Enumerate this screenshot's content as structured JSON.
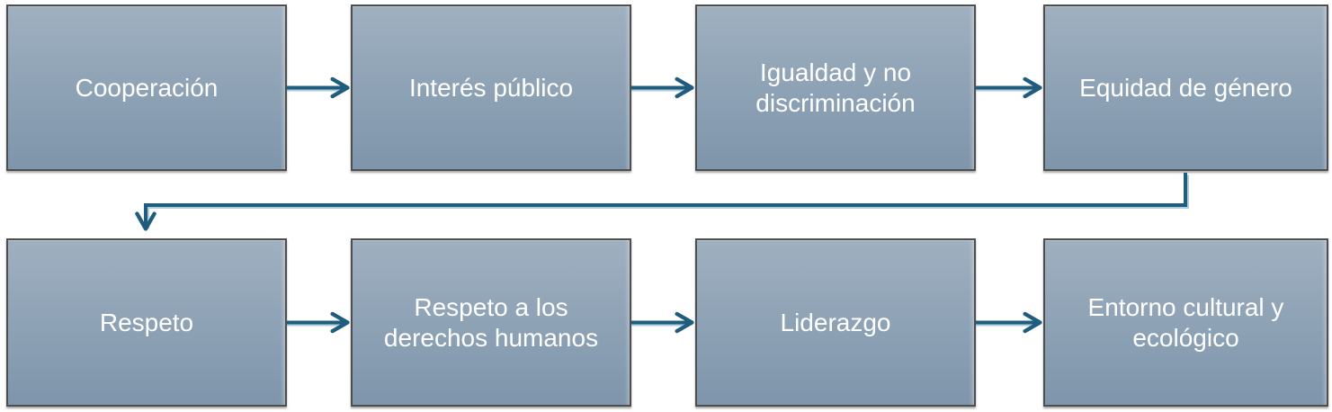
{
  "diagram": {
    "type": "flowchart",
    "rows": 2,
    "columns": 4,
    "nodes": [
      {
        "id": "cooperacion",
        "label": "Cooperación",
        "row": 1,
        "col": 1
      },
      {
        "id": "interes-publico",
        "label": "Interés público",
        "row": 1,
        "col": 2
      },
      {
        "id": "igualdad-no-discriminacion",
        "label": "Igualdad y no discriminación",
        "row": 1,
        "col": 3
      },
      {
        "id": "equidad-genero",
        "label": "Equidad de género",
        "row": 1,
        "col": 4
      },
      {
        "id": "respeto",
        "label": "Respeto",
        "row": 2,
        "col": 1
      },
      {
        "id": "respeto-derechos-humanos",
        "label": "Respeto a los derechos humanos",
        "row": 2,
        "col": 2
      },
      {
        "id": "liderazgo",
        "label": "Liderazgo",
        "row": 2,
        "col": 3
      },
      {
        "id": "entorno-cultural-ecologico",
        "label": "Entorno cultural y ecológico",
        "row": 2,
        "col": 4
      }
    ],
    "connections": [
      {
        "from": "cooperacion",
        "to": "interes-publico",
        "shape": "straight-right"
      },
      {
        "from": "interes-publico",
        "to": "igualdad-no-discriminacion",
        "shape": "straight-right"
      },
      {
        "from": "igualdad-no-discriminacion",
        "to": "equidad-genero",
        "shape": "straight-right"
      },
      {
        "from": "equidad-genero",
        "to": "respeto",
        "shape": "elbow-down-left-down"
      },
      {
        "from": "respeto",
        "to": "respeto-derechos-humanos",
        "shape": "straight-right"
      },
      {
        "from": "respeto-derechos-humanos",
        "to": "liderazgo",
        "shape": "straight-right"
      },
      {
        "from": "liderazgo",
        "to": "entorno-cultural-ecologico",
        "shape": "straight-right"
      }
    ]
  },
  "theme": {
    "arrow_color": "#1f5c7e",
    "arrow_shadow_color": "#9ec4d6",
    "box_gradient_top": "#9fb0c0",
    "box_gradient_bottom": "#7e95ab",
    "box_border_color": "#4e4e4e",
    "text_color": "#ffffff",
    "background_color": "#ffffff"
  }
}
